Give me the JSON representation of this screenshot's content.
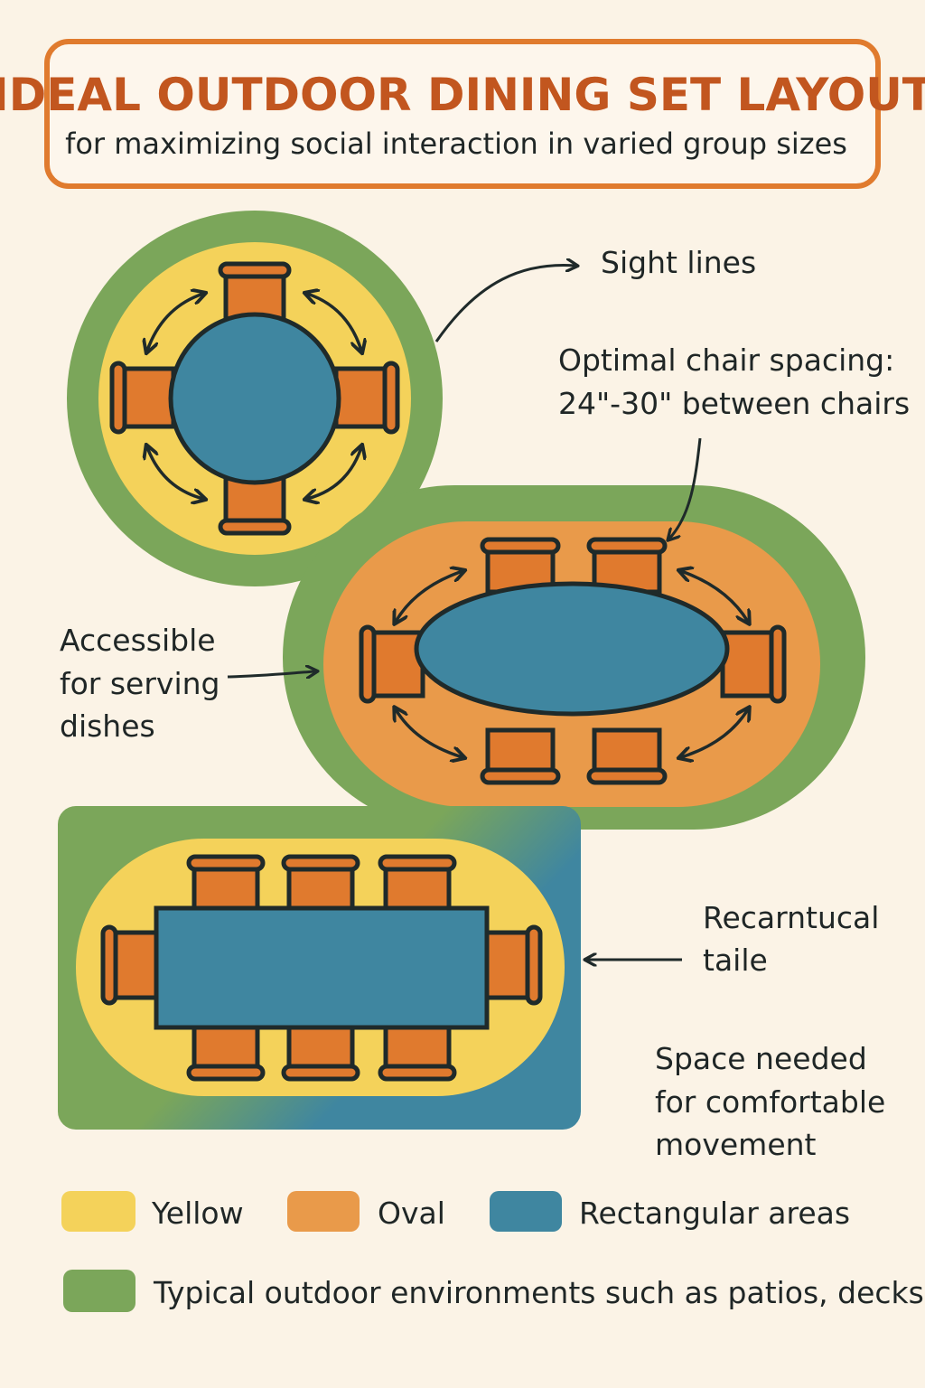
{
  "header": {
    "title": "IDEAL OUTDOOR DINING SET LAYOUT",
    "subtitle": "for maximizing social interaction in varied group sizes"
  },
  "annotations": {
    "sight_lines": "Sight lines",
    "spacing_line1": "Optimal chair spacing:",
    "spacing_line2": "24\"-30\" between chairs",
    "accessible_line1": "Accessible",
    "accessible_line2": "for serving",
    "accessible_line3": "dishes",
    "rect_line1": "Recarntucal",
    "rect_line2": "taile",
    "space_line1": "Space needed",
    "space_line2": "for comfortable",
    "space_line3": "movement"
  },
  "legend": [
    {
      "label": "Yellow",
      "color": "#f4d25a"
    },
    {
      "label": "Oval",
      "color": "#e99a4a"
    },
    {
      "label": "Rectangular areas",
      "color": "#3f86a0"
    },
    {
      "label": "Typical outdoor environments such as patios, decks",
      "color": "#7ba65a"
    }
  ],
  "colors": {
    "background": "#fbf3e6",
    "frame": "#e07b2e",
    "title": "#c2561f",
    "environment": "#7ba65a",
    "yellow_zone": "#f4d25a",
    "oval_zone": "#e99a4a",
    "table": "#3f86a0",
    "chair": "#e07a2e",
    "outline": "#1f2a2a"
  },
  "icons": {
    "chair": "chair-icon",
    "sight_arrow": "double-arrow-icon"
  }
}
